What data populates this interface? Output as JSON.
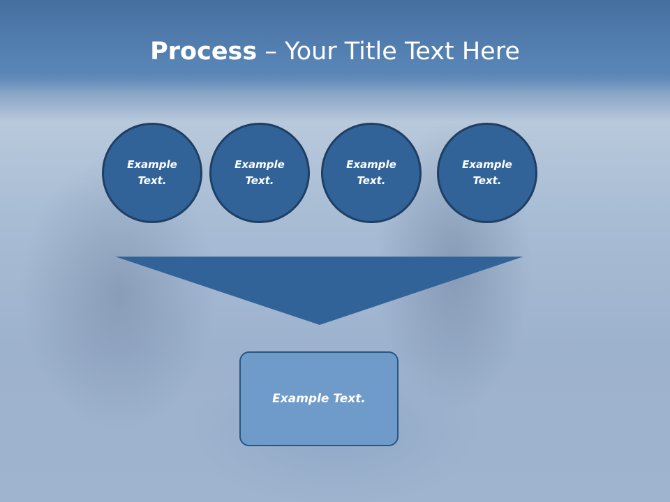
{
  "slide": {
    "title_bold": "Process",
    "title_rest": " – Your Title Text Here",
    "circles": [
      {
        "label": "Example\nText."
      },
      {
        "label": "Example\nText."
      },
      {
        "label": "Example\nText."
      },
      {
        "label": "Example\nText."
      }
    ],
    "box_label": "Example Text."
  },
  "colors": {
    "shape_fill": "#326398",
    "shape_border": "#1e3f63",
    "box_fill": "#6f9bca",
    "header": "#4a76a8"
  }
}
